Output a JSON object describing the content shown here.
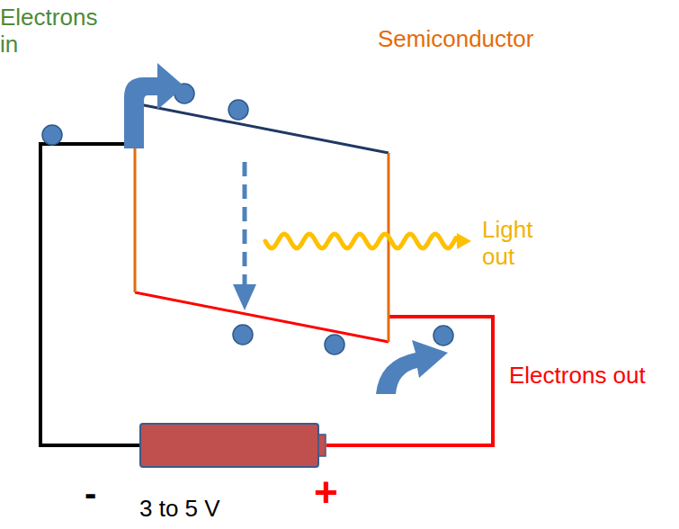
{
  "diagram": {
    "nodes": [
      {
        "text": [
          "Semiconductor"
        ]
      },
      {
        "text": [
          "3 to 5 V"
        ]
      }
    ],
    "edges": [
      {
        "from": 1,
        "to": 0,
        "arrow": "none"
      },
      {
        "from": 1,
        "to": 0,
        "arrow": "none"
      }
    ],
    "labels": [
      "Electrons in",
      "Light out",
      "Electrons out",
      "-",
      "+"
    ]
  }
}
